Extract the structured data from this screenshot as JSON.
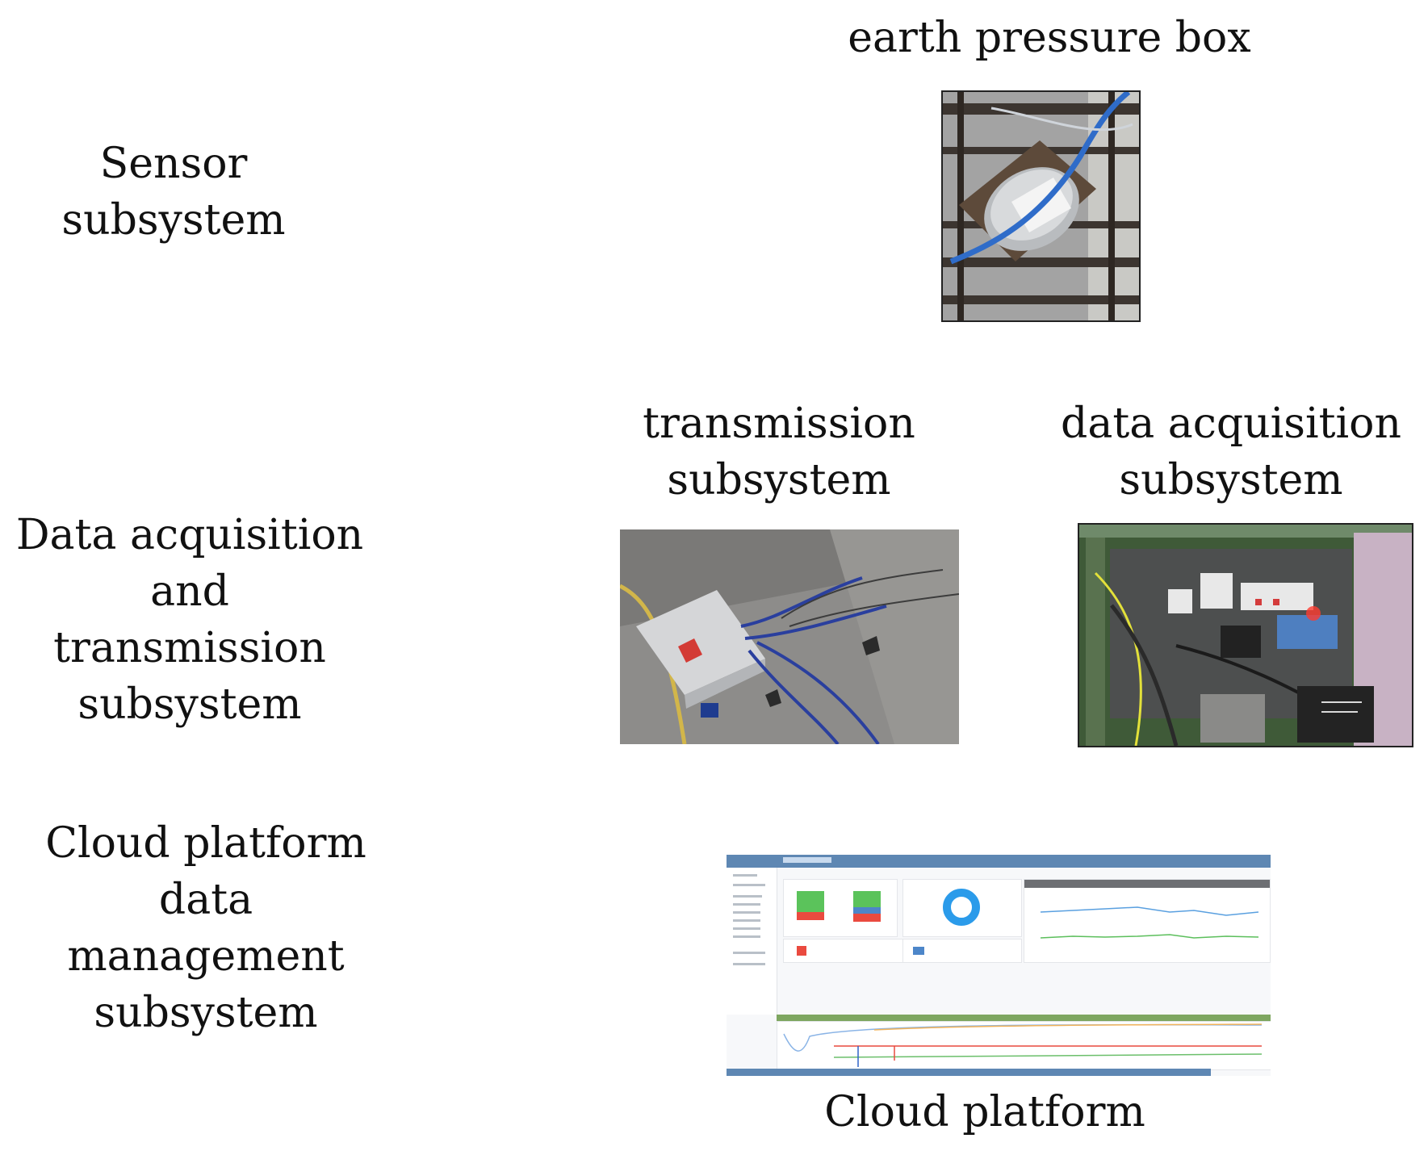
{
  "labels": {
    "sensor_subsystem": [
      "Sensor",
      "subsystem"
    ],
    "daq_transmission_subsystem": [
      "Data acquisition",
      "and",
      "transmission",
      "subsystem"
    ],
    "cloud_data_mgmt_subsystem": [
      "Cloud platform",
      "data",
      "management",
      "subsystem"
    ]
  },
  "captions": {
    "earth_pressure_box": "earth pressure box",
    "transmission_subsystem": [
      "transmission",
      "subsystem"
    ],
    "data_acquisition_subsystem": [
      "data acquisition",
      "subsystem"
    ],
    "cloud_platform": "Cloud platform"
  },
  "colors": {
    "platform_header": "#5e87b3",
    "status_green": "#5bc35b",
    "status_red": "#ea4a3f",
    "panel_green": "#7ea660"
  }
}
